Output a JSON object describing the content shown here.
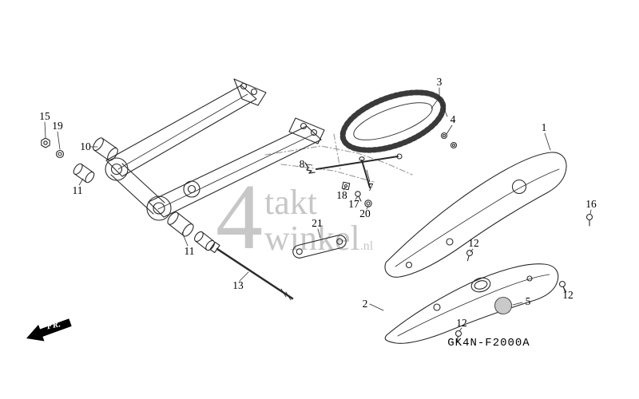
{
  "diagram": {
    "code": "GK4N-F2000A",
    "fr_label": "FR.",
    "watermark": {
      "big": "4",
      "line1": "takt",
      "line2": "winkel",
      "tld": ".nl"
    }
  },
  "labels": {
    "p1": "1",
    "p2": "2",
    "p3": "3",
    "p4": "4",
    "p5": "5",
    "p7": "7",
    "p8": "8",
    "p10": "10",
    "p11": "11",
    "p12": "12",
    "p13": "13",
    "p15": "15",
    "p16": "16",
    "p17": "17",
    "p18": "18",
    "p19": "19",
    "p20": "20",
    "p21": "21"
  }
}
